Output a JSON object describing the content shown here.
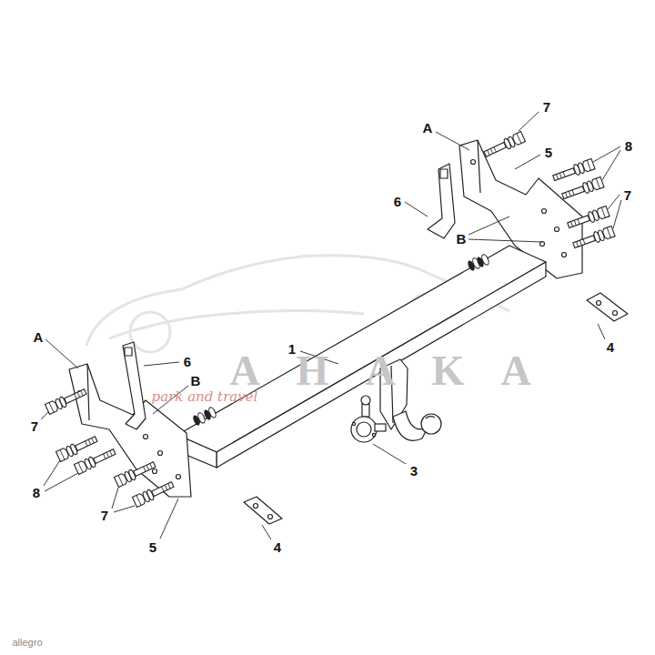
{
  "diagram": {
    "labels": [
      "7",
      "A",
      "8",
      "5",
      "7",
      "6",
      "B",
      "A",
      "4",
      "1",
      "6",
      "AHAKA",
      "B",
      "park and travel",
      "7",
      "3",
      "8",
      "7",
      "5",
      "4",
      "allegro"
    ]
  }
}
